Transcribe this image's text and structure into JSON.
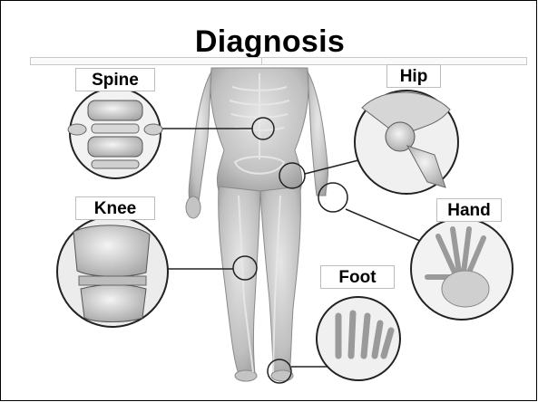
{
  "title": "Diagnosis",
  "labels": {
    "spine": "Spine",
    "hip": "Hip",
    "knee": "Knee",
    "hand": "Hand",
    "foot": "Foot"
  }
}
